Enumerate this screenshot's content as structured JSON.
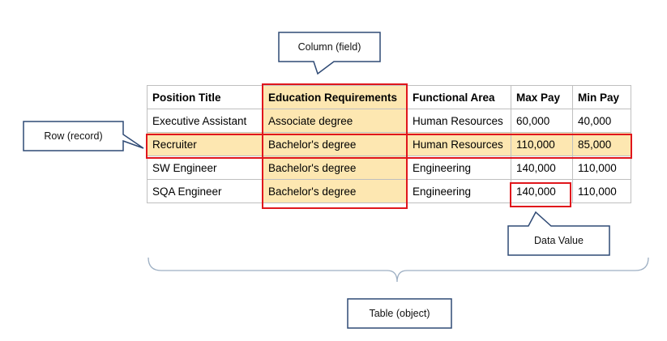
{
  "table": {
    "headers": [
      "Position Title",
      "Education Requirements",
      "Functional Area",
      "Max Pay",
      "Min Pay"
    ],
    "rows": [
      [
        "Executive Assistant",
        "Associate degree",
        "Human Resources",
        "60,000",
        "40,000"
      ],
      [
        "Recruiter",
        "Bachelor's degree",
        "Human Resources",
        "110,000",
        "85,000"
      ],
      [
        "SW Engineer",
        "Bachelor's degree",
        "Engineering",
        "140,000",
        "110,000"
      ],
      [
        "SQA Engineer",
        "Bachelor's degree",
        "Engineering",
        "140,000",
        "110,000"
      ]
    ]
  },
  "callouts": {
    "column": "Column (field)",
    "row": "Row (record)",
    "data_value": "Data Value",
    "table": "Table (object)"
  },
  "colors": {
    "highlight_fill": "#fde7b1",
    "highlight_border": "#e0161c",
    "callout_border": "#2f4a75",
    "cell_border": "#bfbfbf",
    "brace": "#9dafc3"
  }
}
